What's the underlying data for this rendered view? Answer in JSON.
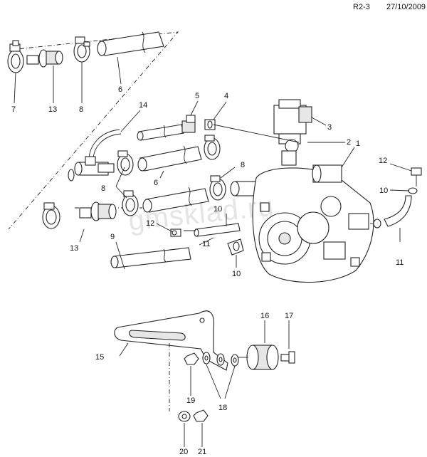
{
  "header": {
    "ref": "R2-3",
    "date": "27/10/2009"
  },
  "watermark": "gmsklad.ru",
  "callouts": [
    "1",
    "2",
    "3",
    "4",
    "5",
    "6",
    "7",
    "8",
    "9",
    "10",
    "11",
    "12",
    "13",
    "14",
    "15",
    "16",
    "17",
    "18",
    "19",
    "20",
    "21"
  ],
  "colors": {
    "line": "#222222",
    "fill": "#ffffff",
    "shade": "#e6e6e6"
  }
}
